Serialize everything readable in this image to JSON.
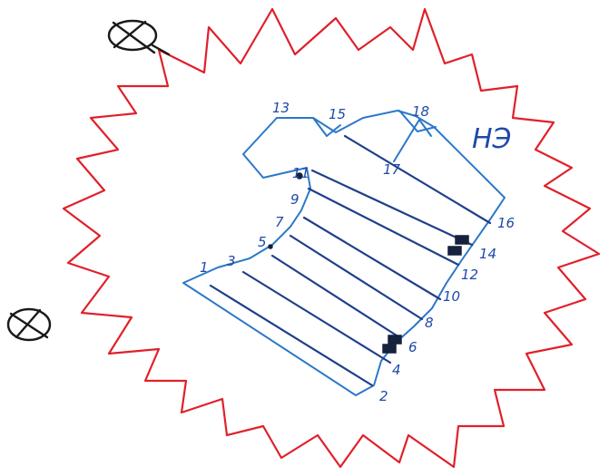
{
  "zone_label": "НЭ",
  "markers": [
    {
      "name": "marker-top-left",
      "symbol": "crossed-circle"
    },
    {
      "name": "marker-left",
      "symbol": "crossed-circle"
    }
  ],
  "numbers": [
    "1",
    "2",
    "3",
    "4",
    "5",
    "6",
    "7",
    "8",
    "9",
    "10",
    "11",
    "12",
    "13",
    "14",
    "15",
    "16",
    "17",
    "18"
  ],
  "colors": {
    "zone_outline": "#e0202a",
    "building": "#2b78c8",
    "labels": "#1f4aa8",
    "markers": "#1a1a1a"
  }
}
